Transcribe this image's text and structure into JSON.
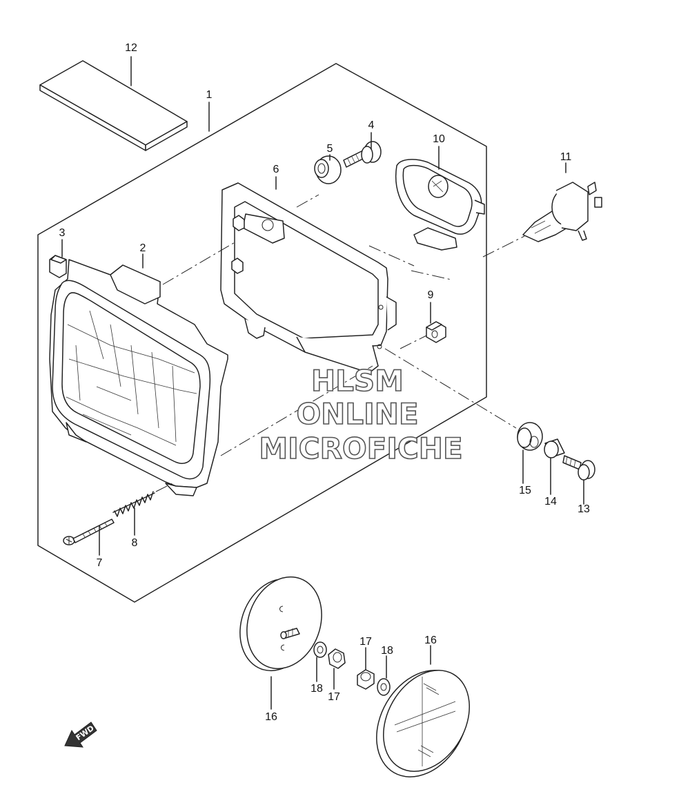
{
  "watermark": {
    "line1": "HLSM",
    "line2": "ONLINE",
    "line3": "MICROFICHE"
  },
  "fwd_label": "FWD",
  "callouts": [
    {
      "id": "c1",
      "text": "1"
    },
    {
      "id": "c2",
      "text": "2"
    },
    {
      "id": "c3",
      "text": "3"
    },
    {
      "id": "c4",
      "text": "4"
    },
    {
      "id": "c5",
      "text": "5"
    },
    {
      "id": "c6",
      "text": "6"
    },
    {
      "id": "c7",
      "text": "7"
    },
    {
      "id": "c8",
      "text": "8"
    },
    {
      "id": "c9",
      "text": "9"
    },
    {
      "id": "c10",
      "text": "10"
    },
    {
      "id": "c11",
      "text": "11"
    },
    {
      "id": "c12",
      "text": "12"
    },
    {
      "id": "c13",
      "text": "13"
    },
    {
      "id": "c14",
      "text": "14"
    },
    {
      "id": "c15",
      "text": "15"
    },
    {
      "id": "c16a",
      "text": "16"
    },
    {
      "id": "c16b",
      "text": "16"
    },
    {
      "id": "c17a",
      "text": "17"
    },
    {
      "id": "c17b",
      "text": "17"
    },
    {
      "id": "c18a",
      "text": "18"
    },
    {
      "id": "c18b",
      "text": "18"
    }
  ],
  "colors": {
    "line": "#222222",
    "background": "#ffffff",
    "watermark_outline": "#555555"
  }
}
